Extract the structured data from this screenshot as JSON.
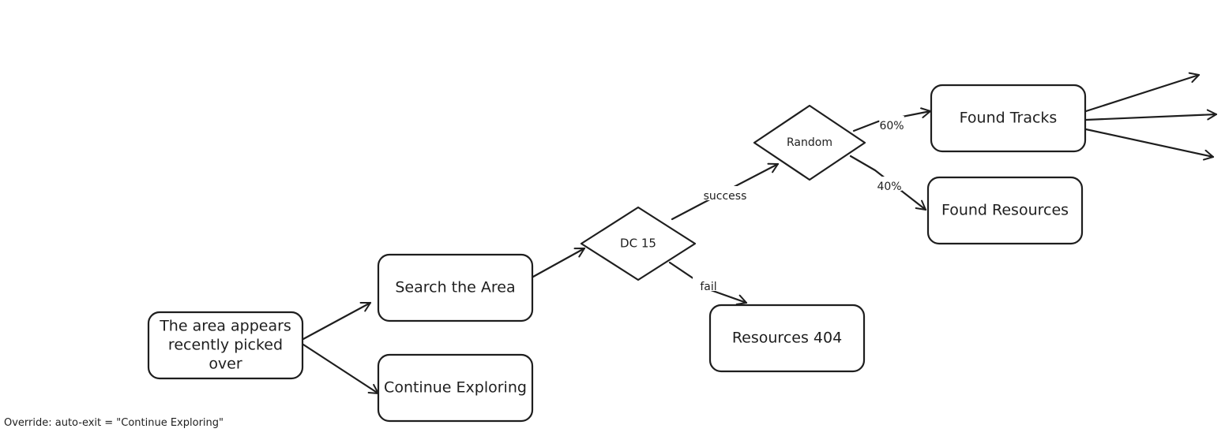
{
  "diagram": {
    "nodes": {
      "start": {
        "shape": "box",
        "lines": [
          "The area appears",
          "recently picked",
          "over"
        ]
      },
      "search": {
        "shape": "box",
        "lines": [
          "Search the Area"
        ]
      },
      "continue": {
        "shape": "box",
        "lines": [
          "Continue Exploring"
        ]
      },
      "dc15": {
        "shape": "diamond",
        "lines": [
          "DC 15"
        ]
      },
      "random": {
        "shape": "diamond",
        "lines": [
          "Random"
        ]
      },
      "tracks": {
        "shape": "box",
        "lines": [
          "Found Tracks"
        ]
      },
      "resources": {
        "shape": "box",
        "lines": [
          "Found Resources"
        ]
      },
      "res404": {
        "shape": "box",
        "lines": [
          "Resources 404"
        ]
      }
    },
    "edges": [
      {
        "from": "start",
        "to": "search",
        "label": ""
      },
      {
        "from": "start",
        "to": "continue",
        "label": ""
      },
      {
        "from": "search",
        "to": "dc15",
        "label": ""
      },
      {
        "from": "dc15",
        "to": "random",
        "label": "success"
      },
      {
        "from": "dc15",
        "to": "res404",
        "label": "fail"
      },
      {
        "from": "random",
        "to": "tracks",
        "label": "60%"
      },
      {
        "from": "random",
        "to": "resources",
        "label": "40%"
      },
      {
        "from": "tracks",
        "to": "",
        "label": ""
      },
      {
        "from": "tracks",
        "to": "",
        "label": ""
      },
      {
        "from": "tracks",
        "to": "",
        "label": ""
      }
    ]
  },
  "footer_note": "Override: auto-exit = \"Continue Exploring\"",
  "colors": {
    "stroke": "#1e1e1e",
    "background": "#ffffff"
  }
}
